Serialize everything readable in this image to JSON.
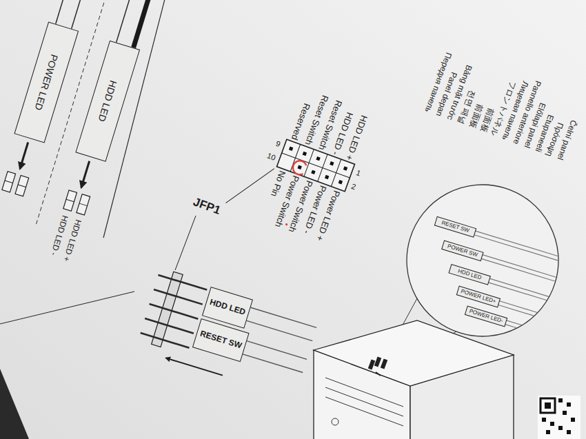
{
  "diagram": {
    "nodes": [
      {
        "text": [
          "POWER LED"
        ]
      },
      {
        "text": [
          "HDD LED"
        ]
      },
      {
        "text": [
          "HDD LED"
        ]
      },
      {
        "text": [
          "RESET SW"
        ]
      },
      {
        "text": [
          "RESET SW"
        ]
      },
      {
        "text": [
          "POWER SW"
        ]
      },
      {
        "text": [
          "HDD LED"
        ]
      },
      {
        "text": [
          "POWER LED+"
        ]
      },
      {
        "text": [
          "POWER LED-"
        ]
      }
    ],
    "labels": [
      "Čelní panel",
      "Πρόσοψη",
      "Etupaneeli",
      "Előlapi panel",
      "Pannello anteriore",
      "Лицевая панель",
      "フロントパネル",
      "前面板",
      "前面板",
      "전면 패널",
      "Bảng mặt trước",
      "Panel depan",
      "Передня панель",
      "HDD LED +",
      "HDD LED -",
      "Reset Switch",
      "Reset Switch",
      "Reserved",
      "1",
      "2",
      "9",
      "10",
      "Power LED +",
      "Power LED -",
      "Power Switch",
      "Power Switch",
      "No Pin",
      "JFP1",
      "HDD LED -",
      "HDD LED +"
    ]
  }
}
